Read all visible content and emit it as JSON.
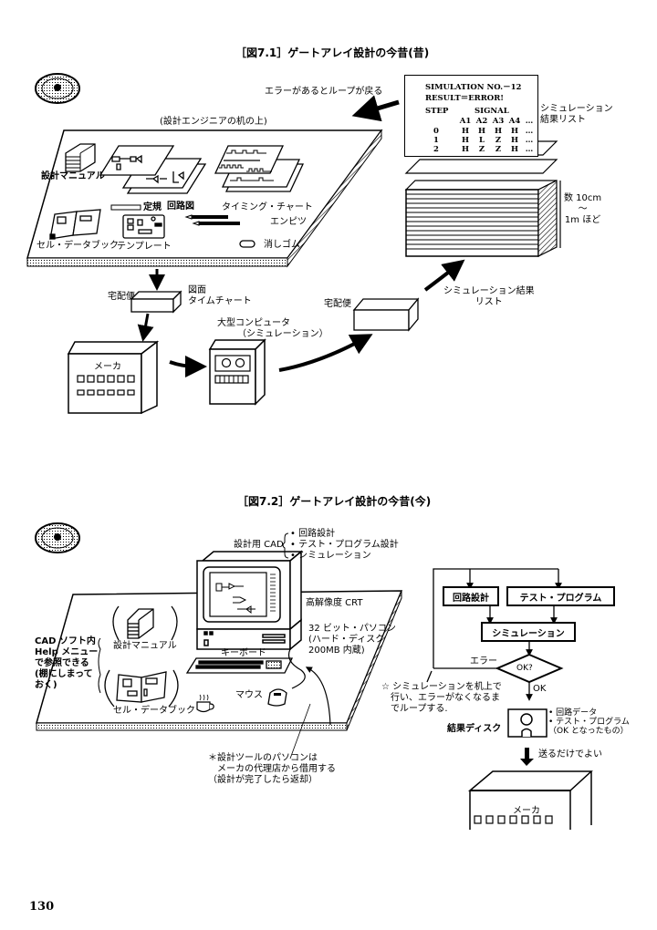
{
  "figure1": {
    "title": "［図7.1］ゲートアレイ設計の今昔(昔)",
    "loop_note": "エラーがあるとループが戻る",
    "desk_caption": "(設計エンジニアの机の上)",
    "desk_items": {
      "manual": "設計マニュアル",
      "circuit": "回路図",
      "timing": "タイミング・チャート",
      "ruler": "定規",
      "databook": "セル・データブック",
      "template": "テンプレート",
      "pencil": "エンピツ",
      "eraser": "消しゴム"
    },
    "simulation_printout": {
      "line1": "SIMULATION NO.－12",
      "line2": "RESULT＝ERROR!",
      "step_header": "STEP",
      "signal_header": "SIGNAL",
      "columns": [
        "A1",
        "A2",
        "A3",
        "A4",
        "…"
      ],
      "rows": [
        {
          "step": "0",
          "values": [
            "H",
            "H",
            "H",
            "H",
            "…"
          ]
        },
        {
          "step": "1",
          "values": [
            "H",
            "L",
            "Z",
            "H",
            "…"
          ]
        },
        {
          "step": "2",
          "values": [
            "H",
            "Z",
            "Z",
            "H",
            "…"
          ]
        }
      ]
    },
    "result_list_label": [
      "シミュレーション",
      "結果リスト"
    ],
    "stack_height": [
      "数 10cm",
      "〜",
      "1m ほど"
    ],
    "courier1": "宅配便",
    "courier1_contents": [
      "図面",
      "タイムチャート"
    ],
    "maker": "メーカ",
    "mainframe": [
      "大型コンピュータ",
      "（シミュレーション）"
    ],
    "courier2": "宅配便",
    "return_label": [
      "シミュレーション結果",
      "リスト"
    ]
  },
  "figure2": {
    "title": "［図7.2］ゲートアレイ設計の今昔(今)",
    "cad_label": "設計用 CAD",
    "cad_functions": [
      "• 回路設計",
      "• テスト・プログラム設計",
      "• シミュレーション"
    ],
    "crt": "高解像度 CRT",
    "pc": [
      "32 ビット・パソコン",
      "(ハード・ディスク",
      " 200MB 内蔵)"
    ],
    "keyboard": "キーボード",
    "mouse": "マウス",
    "manual": "設計マニュアル",
    "databook": "セル・データブック",
    "help_note": [
      "CAD ソフト内",
      "Help メニュー",
      "で参照できる",
      "(棚にしまって",
      " おく)"
    ],
    "rental_note": [
      "＊設計ツールのパソコンは",
      "　メーカの代理店から借用する",
      "（設計が完了したら返却）"
    ],
    "flowchart": {
      "circuit_design": "回路設計",
      "test_program": "テスト・プログラム",
      "simulation": "シミュレーション",
      "decision": "OK?",
      "error": "エラー",
      "ok": "OK"
    },
    "loop_note": [
      "☆ シミュレーションを机上で",
      "　行い、エラーがなくなるま",
      "　でループする."
    ],
    "result_disk": "結果ディスク",
    "disk_contents": [
      "• 回路データ",
      "• テスト・プログラム",
      "（OK となったもの）"
    ],
    "send_note": "送るだけでよい",
    "maker": "メーカ"
  },
  "page_number": "130"
}
